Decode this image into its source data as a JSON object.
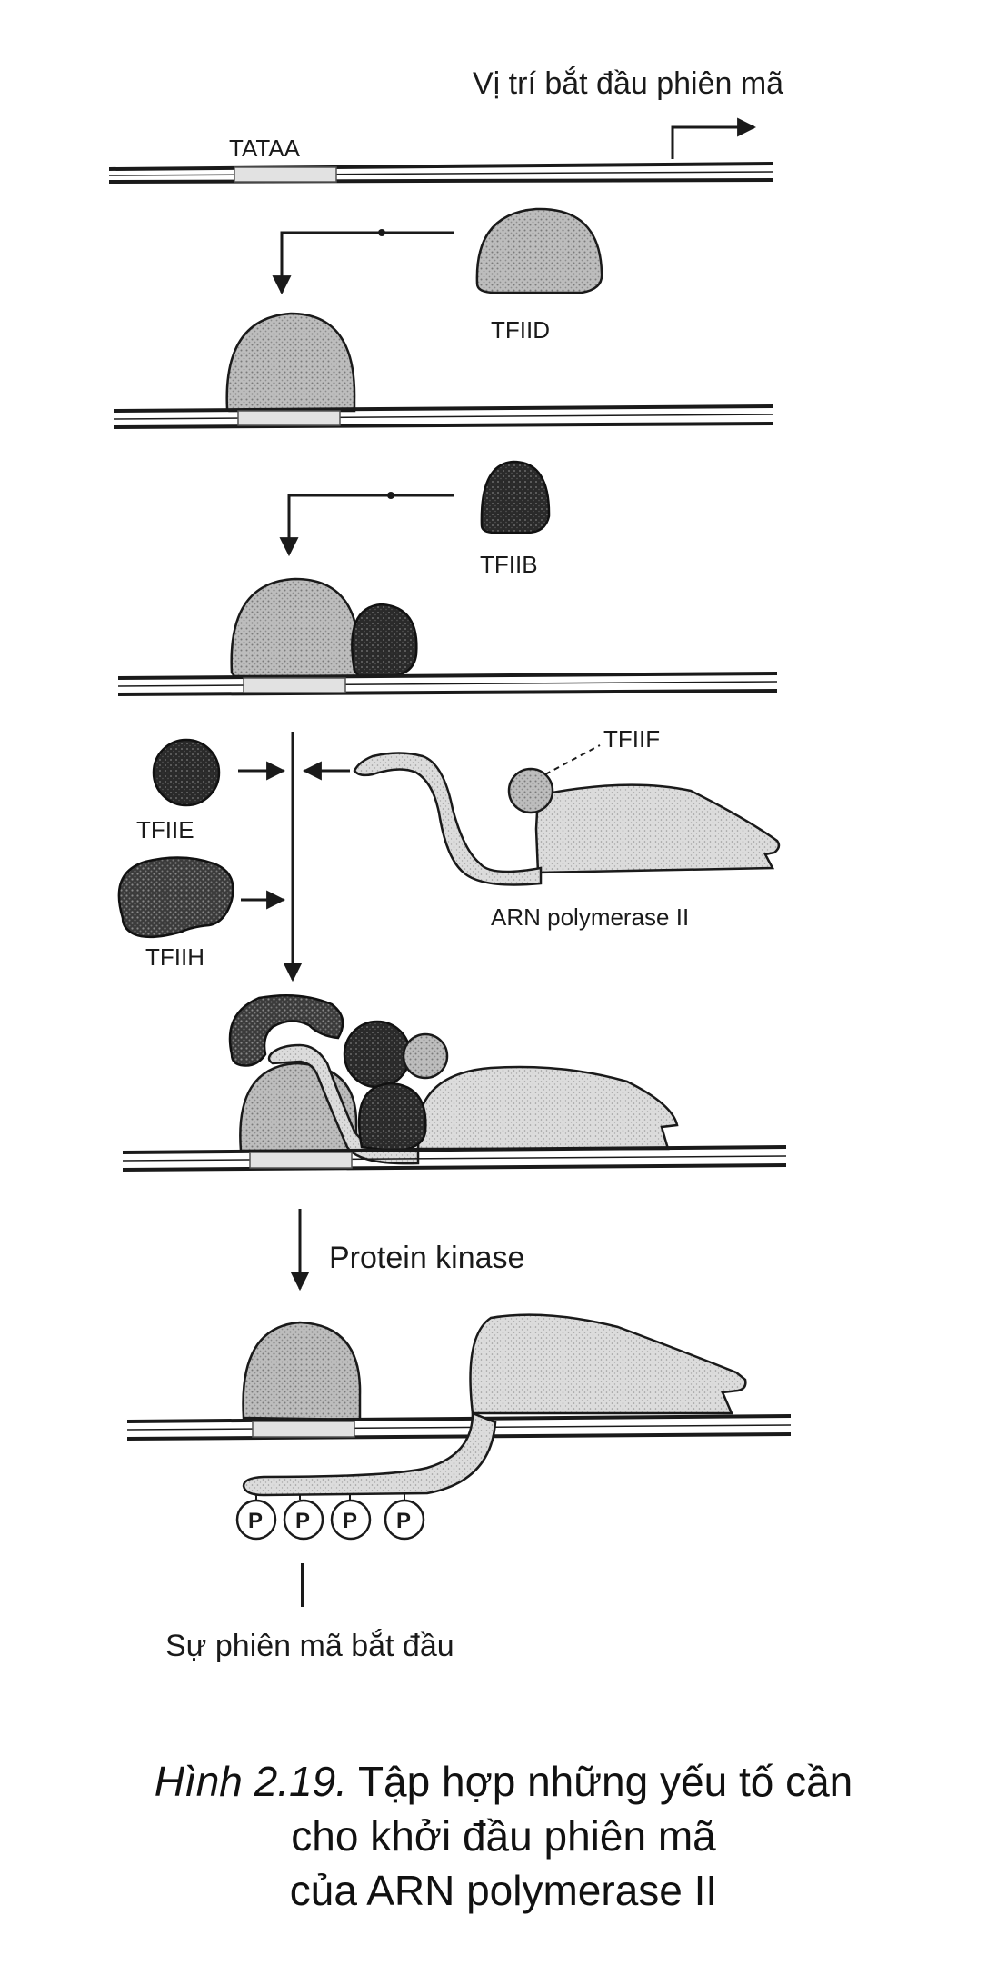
{
  "labels": {
    "start_site": "Vị trí bắt đầu phiên mã",
    "tata": "TATAA",
    "tfiid": "TFIID",
    "tfiib": "TFIIB",
    "tfiif": "TFIIF",
    "tfiie": "TFIIE",
    "tfiih": "TFIIH",
    "pol2": "ARN polymerase II",
    "kinase": "Protein kinase",
    "p": "P",
    "start": "Sự phiên mã bắt đầu"
  },
  "caption": {
    "figure_no": "Hình 2.19.",
    "line1": "Tập hợp những yếu tố cần",
    "line2": "cho khởi đầu phiên mã",
    "line3": "của ARN polymerase II"
  },
  "colors": {
    "ink": "#1a1a1a",
    "tfiid": "#b9b9b9",
    "tfiib": "#2a2a2a",
    "tfiih": "#3a3a3a",
    "pol2": "#d6d6d6",
    "tata_box": "#e2e2e2"
  }
}
